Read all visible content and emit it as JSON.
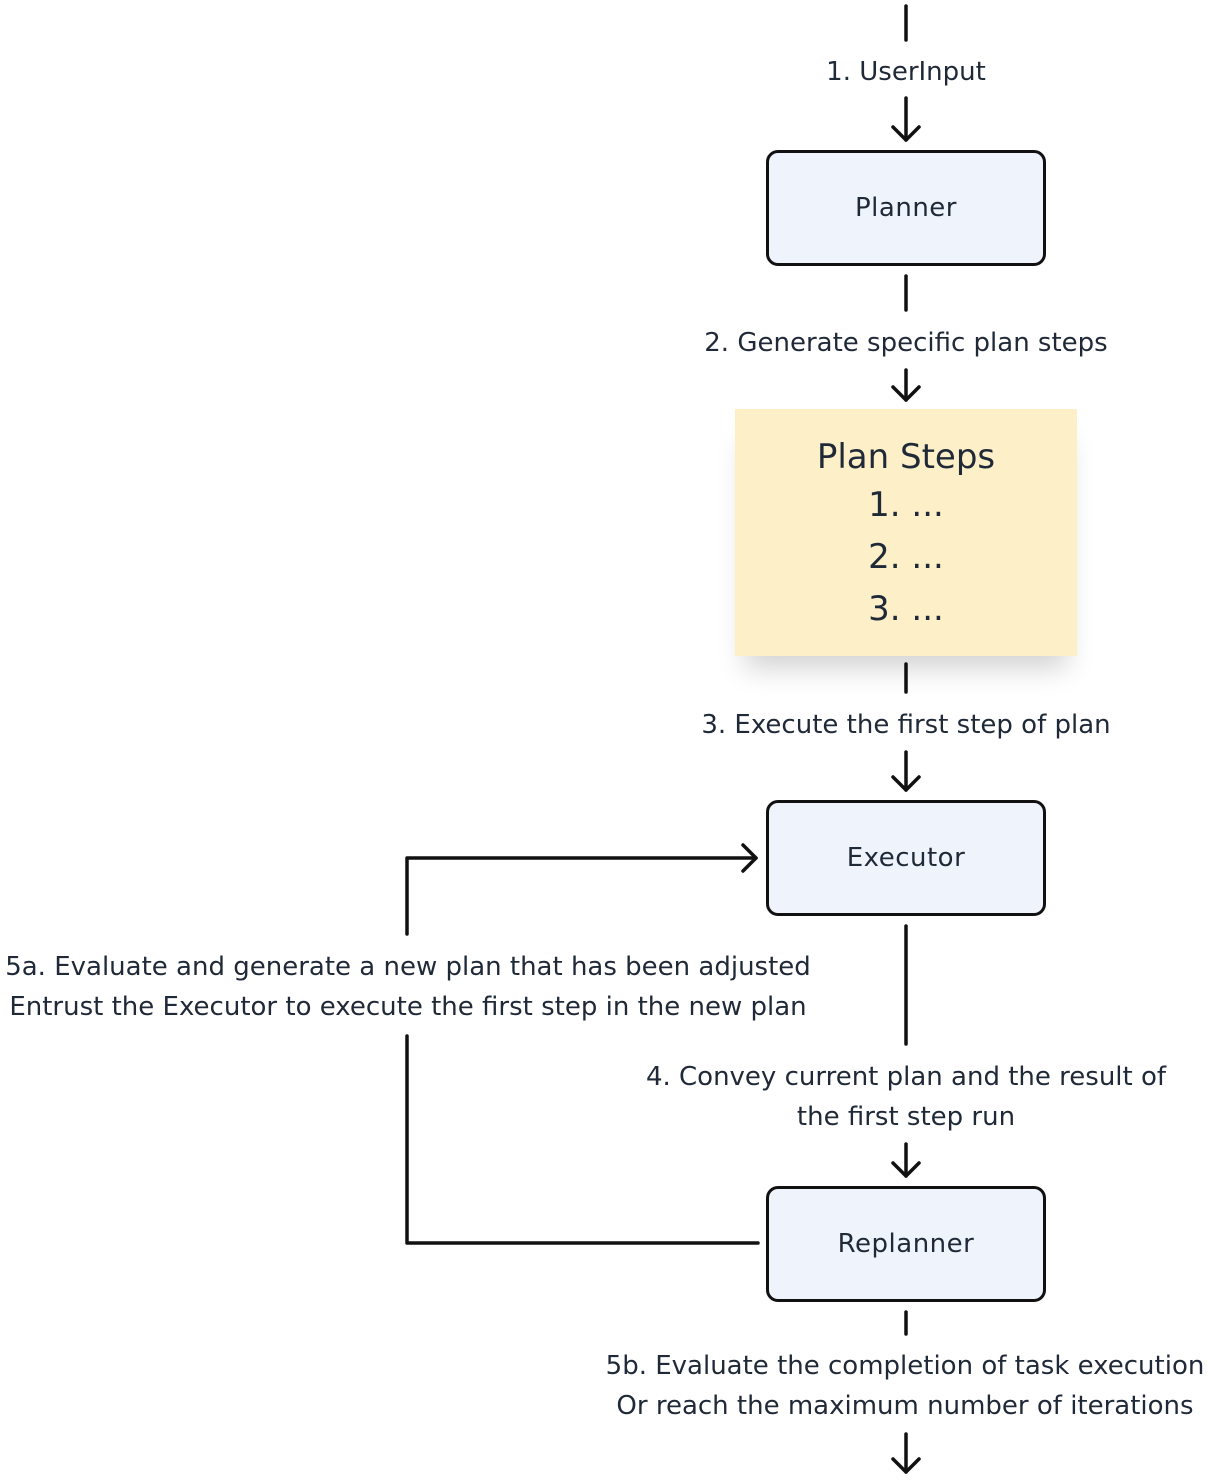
{
  "nodes": {
    "planner": "Planner",
    "executor": "Executor",
    "replanner": "Replanner"
  },
  "plan_card": {
    "title": "Plan Steps",
    "items": [
      "1. ...",
      "2. ...",
      "3. ..."
    ]
  },
  "edges": {
    "step1": "1. UserInput",
    "step2": "2. Generate specific plan steps",
    "step3": "3. Execute the first step of plan",
    "step4_line1": "4. Convey current plan and the result of",
    "step4_line2": "the first step run",
    "step5a_line1": "5a. Evaluate and generate a new plan that has been adjusted",
    "step5a_line2": "Entrust the Executor to execute the first step in the new plan",
    "step5b_line1": "5b. Evaluate the completion of task execution",
    "step5b_line2": "Or reach the maximum number of iterations"
  },
  "colors": {
    "node_fill": "#eef3fc",
    "plan_card_fill": "#fdf0c8",
    "stroke": "#111111"
  }
}
